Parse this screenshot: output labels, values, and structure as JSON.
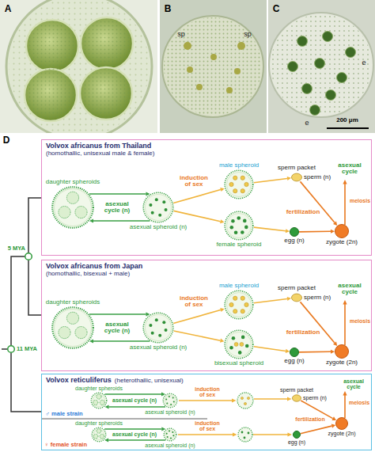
{
  "diagram": {
    "nodes": [
      {
        "text": [
          "5 MYA"
        ]
      },
      {
        "text": [
          "11 MYA"
        ]
      },
      {
        "text": [
          "Volvox africanus from Thailand",
          "(homothallic, unisexual male & female)"
        ]
      },
      {
        "text": [
          "daughter spheroids"
        ],
        "in": 2
      },
      {
        "text": [
          "asexual spheroid (n)"
        ],
        "in": 2
      },
      {
        "text": [
          "male spheroid"
        ],
        "in": 2
      },
      {
        "text": [
          "female spheroid"
        ],
        "in": 2
      },
      {
        "text": [
          "sperm packet",
          "sperm (n)"
        ],
        "in": 2
      },
      {
        "text": [
          "egg (n)"
        ],
        "in": 2
      },
      {
        "text": [
          "zygote (2n)"
        ],
        "in": 2
      },
      {
        "text": [
          "Volvox africanus from Japan",
          "(homothallic, bisexual + male)"
        ]
      },
      {
        "text": [
          "daughter spheroids"
        ],
        "in": 10
      },
      {
        "text": [
          "asexual spheroid (n)"
        ],
        "in": 10
      },
      {
        "text": [
          "male spheroid"
        ],
        "in": 10
      },
      {
        "text": [
          "bisexual spheroid"
        ],
        "in": 10
      },
      {
        "text": [
          "sperm packet",
          "sperm (n)"
        ],
        "in": 10
      },
      {
        "text": [
          "egg (n)"
        ],
        "in": 10
      },
      {
        "text": [
          "zygote (2n)"
        ],
        "in": 10
      },
      {
        "text": [
          "Volvox reticuliferus",
          "(heterothallic, unisexual)"
        ]
      },
      {
        "text": [
          "daughter spheroids"
        ],
        "in": 18
      },
      {
        "text": [
          "asexual spheroid (n)"
        ],
        "in": 18
      },
      {
        "text": [
          "sperm packet",
          "sperm (n)"
        ],
        "in": 18
      },
      {
        "text": [
          "zygote (2n)"
        ],
        "in": 18
      },
      {
        "text": [
          "daughter spheroids"
        ],
        "in": 18
      },
      {
        "text": [
          "asexual spheroid (n)"
        ],
        "in": 18
      },
      {
        "text": [
          "egg (n)"
        ],
        "in": 18
      }
    ],
    "edges": [
      {
        "from": 1,
        "to": 0,
        "arrow": "none"
      },
      {
        "from": 0,
        "to": 2,
        "arrow": "none"
      },
      {
        "from": 0,
        "to": 10,
        "arrow": "none"
      },
      {
        "from": 1,
        "to": 18,
        "arrow": "none"
      },
      {
        "from": 3,
        "to": 4,
        "arrow": "to"
      },
      {
        "from": 4,
        "to": 3,
        "arrow": "to"
      },
      {
        "from": 4,
        "to": 5,
        "arrow": "to"
      },
      {
        "from": 4,
        "to": 6,
        "arrow": "to"
      },
      {
        "from": 5,
        "to": 7,
        "arrow": "to"
      },
      {
        "from": 7,
        "to": 9,
        "arrow": "to"
      },
      {
        "from": 6,
        "to": 8,
        "arrow": "to"
      },
      {
        "from": 8,
        "to": 9,
        "arrow": "to"
      },
      {
        "from": 11,
        "to": 12,
        "arrow": "to"
      },
      {
        "from": 12,
        "to": 11,
        "arrow": "to"
      },
      {
        "from": 12,
        "to": 13,
        "arrow": "to"
      },
      {
        "from": 12,
        "to": 14,
        "arrow": "to"
      },
      {
        "from": 13,
        "to": 15,
        "arrow": "to"
      },
      {
        "from": 15,
        "to": 17,
        "arrow": "to"
      },
      {
        "from": 14,
        "to": 16,
        "arrow": "to"
      },
      {
        "from": 16,
        "to": 17,
        "arrow": "to"
      },
      {
        "from": 19,
        "to": 20,
        "arrow": "to"
      },
      {
        "from": 20,
        "to": 19,
        "arrow": "to"
      },
      {
        "from": 21,
        "to": 22,
        "arrow": "to"
      },
      {
        "from": 23,
        "to": 24,
        "arrow": "to"
      },
      {
        "from": 24,
        "to": 23,
        "arrow": "to"
      },
      {
        "from": 25,
        "to": 22,
        "arrow": "to"
      }
    ],
    "labels": [
      "A",
      "B",
      "sp",
      "sp",
      "C",
      "e",
      "e",
      "200 μm",
      "D",
      "asexual cycle (n)",
      "induction of sex",
      "fertilization",
      "meiosis",
      "asexual cycle",
      "asexual cycle (n)",
      "induction of sex",
      "fertilization",
      "meiosis",
      "asexual cycle",
      "♂ male strain",
      "asexual cycle (n)",
      "induction of sex",
      "♀ female strain",
      "asexual cycle (n)",
      "induction of sex",
      "fertilization",
      "meiosis",
      "asexual cycle"
    ]
  }
}
